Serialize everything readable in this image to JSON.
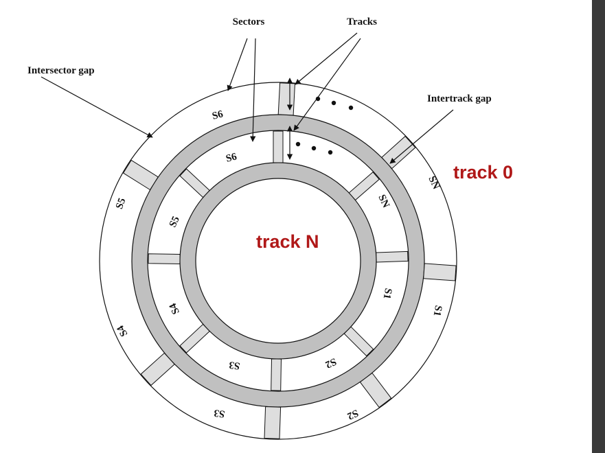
{
  "labels": {
    "sectors": "Sectors",
    "tracks": "Tracks",
    "intersector_gap": "Intersector gap",
    "intertrack_gap": "Intertrack gap",
    "track_0": "track 0",
    "track_n": "track N"
  },
  "outer_sectors": [
    "S6",
    "SN",
    "S1",
    "S2",
    "S3",
    "S4",
    "S5"
  ],
  "inner_sectors": [
    "S6",
    "SN",
    "S1",
    "S2",
    "S3",
    "S4",
    "S5"
  ],
  "colors": {
    "ring": "#c0c0c0",
    "gap": "#dedede",
    "stroke": "#111111",
    "track_label": "#b01818",
    "side_bar": "#3a3a3a"
  }
}
